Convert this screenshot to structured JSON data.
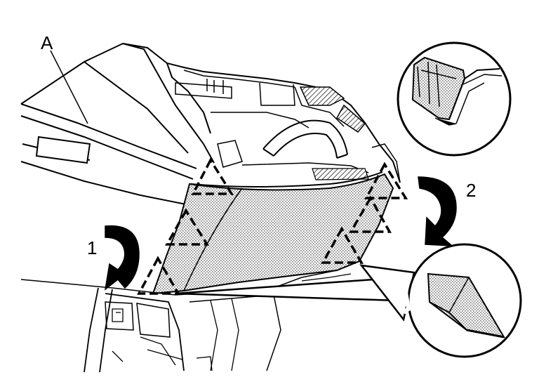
{
  "labels": {
    "part_a": "A",
    "step_1": "1",
    "step_2": "2"
  },
  "colors": {
    "line": "#000000",
    "background": "#ffffff",
    "hatch": "#8c8c8c"
  }
}
